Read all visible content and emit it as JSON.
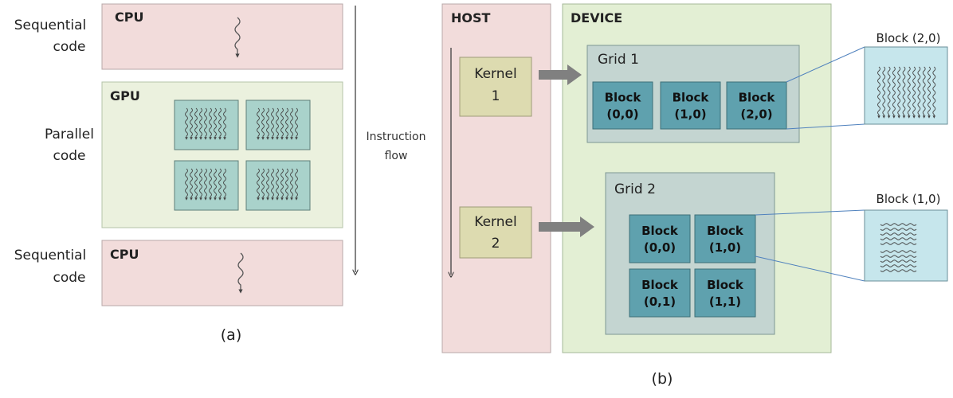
{
  "panel_a": {
    "caption": "(a)",
    "top_section": {
      "side_label_line1": "Sequential",
      "side_label_line2": "code",
      "box_title": "CPU"
    },
    "middle_section": {
      "side_label_line1": "Parallel",
      "side_label_line2": "code",
      "box_title": "GPU"
    },
    "bottom_section": {
      "side_label_line1": "Sequential",
      "side_label_line2": "code",
      "box_title": "CPU"
    },
    "flow_label_line1": "Instruction",
    "flow_label_line2": "flow"
  },
  "panel_b": {
    "caption": "(b)",
    "host_title": "HOST",
    "device_title": "DEVICE",
    "kernel1": {
      "line1": "Kernel",
      "line2": "1"
    },
    "kernel2": {
      "line1": "Kernel",
      "line2": "2"
    },
    "grid1": {
      "title": "Grid 1",
      "blocks": [
        {
          "line1": "Block",
          "line2": "(0,0)"
        },
        {
          "line1": "Block",
          "line2": "(1,0)"
        },
        {
          "line1": "Block",
          "line2": "(2,0)"
        }
      ]
    },
    "grid2": {
      "title": "Grid 2",
      "blocks": [
        {
          "line1": "Block",
          "line2": "(0,0)"
        },
        {
          "line1": "Block",
          "line2": "(1,0)"
        },
        {
          "line1": "Block",
          "line2": "(0,1)"
        },
        {
          "line1": "Block",
          "line2": "(1,1)"
        }
      ]
    },
    "zoom_top_label": "Block (2,0)",
    "zoom_bottom_label": "Block (1,0)"
  },
  "colors": {
    "cpu_fill": "#f2dcdb",
    "host_fill": "#f2dcdb",
    "gpu_fill": "#ebf1de",
    "device_fill": "#e3efd4",
    "grid_fill": "#c4d5d1",
    "block_fill": "#5fa1ae",
    "kernel_fill": "#dddbb0",
    "thread_box_fill": "#a9d2cb",
    "zoom_fill": "#c6e6ec",
    "arrow_gray": "#808080",
    "connector_line": "#4f81bd"
  }
}
